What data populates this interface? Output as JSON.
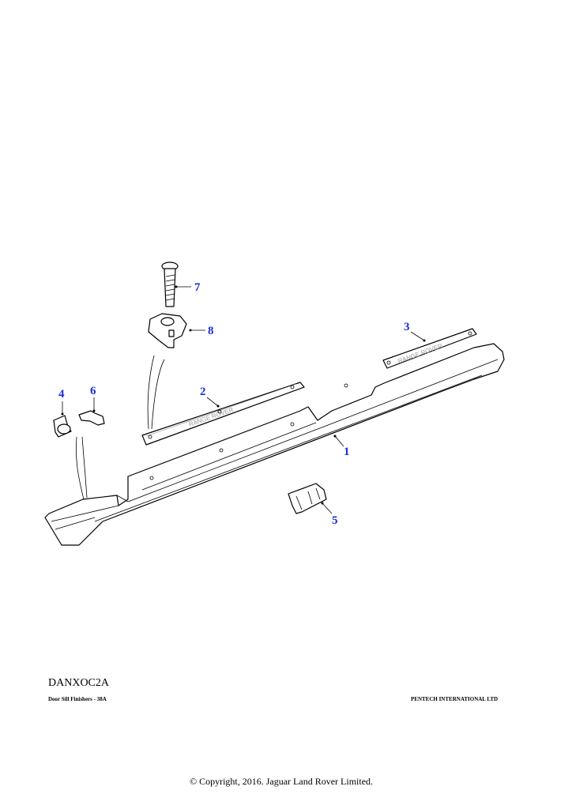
{
  "diagram": {
    "callouts": [
      {
        "label": "1"
      },
      {
        "label": "2"
      },
      {
        "label": "3"
      },
      {
        "label": "4"
      },
      {
        "label": "5"
      },
      {
        "label": "6"
      },
      {
        "label": "7"
      },
      {
        "label": "8"
      }
    ],
    "plate_lettering": "RANGE ROVER"
  },
  "footer": {
    "code": "DANXOC2A",
    "title": "Door Sill Finishers - 38A",
    "vendor": "PENTECH INTERNATIONAL LTD",
    "copyright": "© Copyright, 2016. Jaguar Land Rover Limited."
  }
}
